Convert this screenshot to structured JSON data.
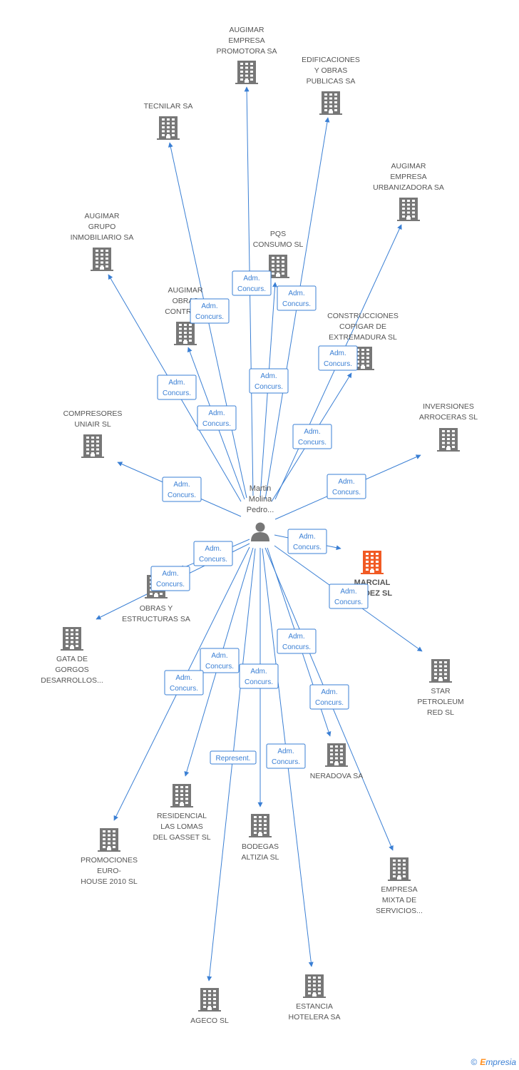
{
  "center": {
    "label_lines": [
      "Martin",
      "Molina",
      "Pedro..."
    ],
    "icon": "person-icon"
  },
  "colors": {
    "edge": "#3a7fd4",
    "company": "#777777",
    "highlight": "#f15a24"
  },
  "nodes": [
    {
      "id": "augimar-promotora",
      "lines": [
        "AUGIMAR",
        "EMPRESA",
        "PROMOTORA SA"
      ],
      "icon": "building-icon",
      "edge_label": "Adm. Concurs."
    },
    {
      "id": "edificaciones",
      "lines": [
        "EDIFICACIONES",
        "Y OBRAS",
        "PUBLICAS SA"
      ],
      "icon": "building-icon",
      "edge_label": "Adm. Concurs."
    },
    {
      "id": "tecnilar",
      "lines": [
        "TECNILAR SA"
      ],
      "icon": "building-icon",
      "edge_label": "Adm. Concurs."
    },
    {
      "id": "augimar-urbanizadora",
      "lines": [
        "AUGIMAR",
        "EMPRESA",
        "URBANIZADORA SA"
      ],
      "icon": "building-icon",
      "edge_label": "Adm. Concurs."
    },
    {
      "id": "augimar-grupo",
      "lines": [
        "AUGIMAR",
        "GRUPO",
        "INMOBILIARIO SA"
      ],
      "icon": "building-icon",
      "edge_label": "Adm. Concurs."
    },
    {
      "id": "pqs",
      "lines": [
        "PQS",
        "CONSUMO SL"
      ],
      "icon": "building-icon",
      "edge_label": "Adm. Concurs."
    },
    {
      "id": "augimar-obras",
      "lines": [
        "AUGIMAR",
        "OBRAS",
        "CONTRAT..."
      ],
      "icon": "building-icon",
      "edge_label": "Adm. Concurs."
    },
    {
      "id": "copigar",
      "lines": [
        "CONSTRUCCIONES",
        "COPIGAR DE",
        "EXTREMADURA SL"
      ],
      "icon": "building-icon",
      "edge_label": "Adm. Concurs."
    },
    {
      "id": "compresores",
      "lines": [
        "COMPRESORES",
        "UNIAIR SL"
      ],
      "icon": "building-icon",
      "edge_label": "Adm. Concurs."
    },
    {
      "id": "inversiones",
      "lines": [
        "INVERSIONES",
        "ARROCERAS SL"
      ],
      "icon": "building-icon",
      "edge_label": "Adm. Concurs."
    },
    {
      "id": "marcial",
      "lines": [
        "MARCIAL",
        "...NDEZ SL"
      ],
      "icon": "building-icon",
      "highlight": true,
      "edge_label": "Adm. Concurs."
    },
    {
      "id": "obras-estructuras",
      "lines": [
        "OBRAS Y",
        "ESTRUCTURAS SA"
      ],
      "icon": "building-icon",
      "edge_label": "Adm. Concurs."
    },
    {
      "id": "gata",
      "lines": [
        "GATA DE",
        "GORGOS",
        "DESARROLLOS..."
      ],
      "icon": "building-icon",
      "edge_label": "Adm. Concurs."
    },
    {
      "id": "star",
      "lines": [
        "STAR",
        "PETROLEUM",
        "RED SL"
      ],
      "icon": "building-icon",
      "edge_label": "Adm. Concurs."
    },
    {
      "id": "neradova",
      "lines": [
        "NERADOVA SA"
      ],
      "icon": "building-icon",
      "edge_label": "Adm. Concurs."
    },
    {
      "id": "residencial",
      "lines": [
        "RESIDENCIAL",
        "LAS LOMAS",
        "DEL GASSET SL"
      ],
      "icon": "building-icon",
      "edge_label": "Adm. Concurs."
    },
    {
      "id": "promociones",
      "lines": [
        "PROMOCIONES",
        "EURO-",
        "HOUSE 2010 SL"
      ],
      "icon": "building-icon",
      "edge_label": "Adm. Concurs."
    },
    {
      "id": "bodegas",
      "lines": [
        "BODEGAS",
        "ALTIZIA SL"
      ],
      "icon": "building-icon",
      "edge_label": "Adm. Concurs."
    },
    {
      "id": "empresa-mixta",
      "lines": [
        "EMPRESA",
        "MIXTA DE",
        "SERVICIOS..."
      ],
      "icon": "building-icon",
      "edge_label": "Adm. Concurs."
    },
    {
      "id": "ageco",
      "lines": [
        "AGECO SL"
      ],
      "icon": "building-icon",
      "edge_label": "Represent."
    },
    {
      "id": "estancia",
      "lines": [
        "ESTANCIA",
        "HOTELERA SA"
      ],
      "icon": "building-icon",
      "edge_label": "Adm. Concurs."
    }
  ],
  "footer": {
    "copyright": "©",
    "brand_initial": "E",
    "brand_rest": "mpresia"
  }
}
